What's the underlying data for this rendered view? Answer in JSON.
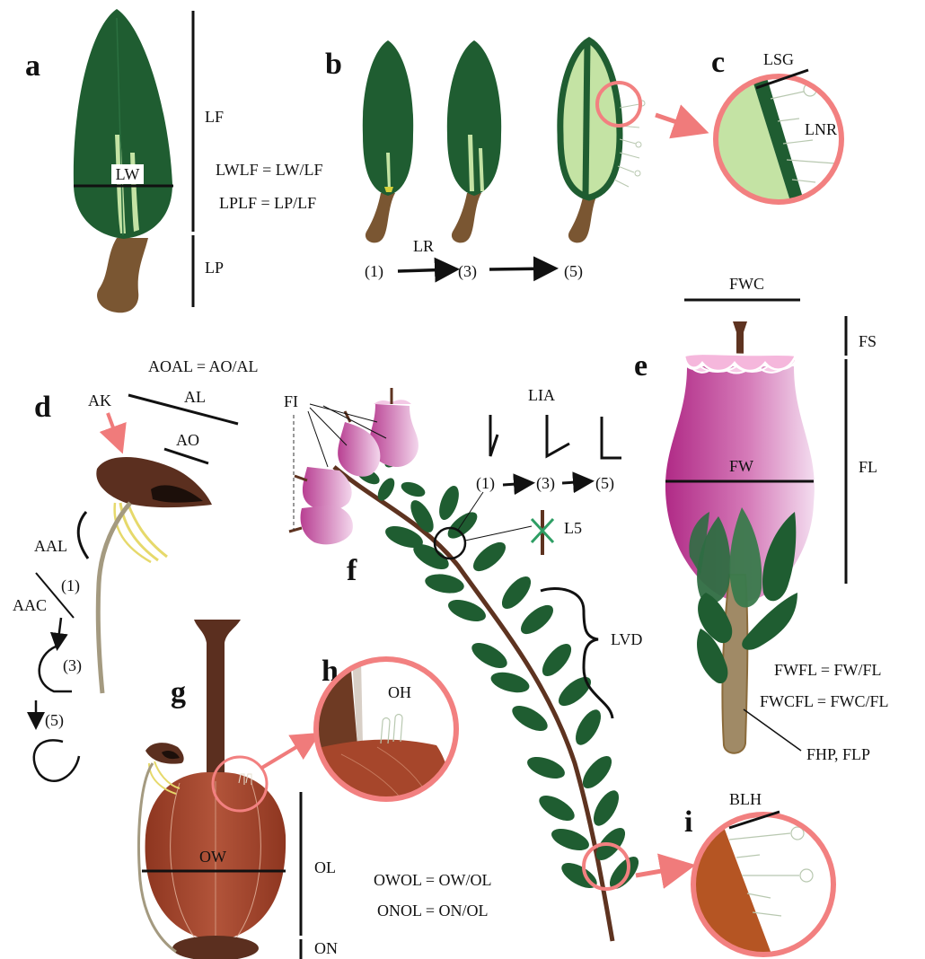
{
  "colors": {
    "leaf_dark": "#1f5d31",
    "leaf_light": "#c4e3a4",
    "petiole": "#7a5632",
    "highlight_circle": "#f28080",
    "arrow_pink": "#f07b7b",
    "flower_pink": "#b8328a",
    "flower_light": "#f2d3ea",
    "stem": "#5e3320",
    "ovary": "#a3472d",
    "anther": "#5b2f1f",
    "filament": "#e6d96b",
    "awn": "#a49a80",
    "bract_orange": "#b55523"
  },
  "panels": {
    "a": "a",
    "b": "b",
    "c": "c",
    "d": "d",
    "e": "e",
    "f": "f",
    "g": "g",
    "h": "h",
    "i": "i"
  },
  "panel_a": {
    "lw": "LW",
    "lf": "LF",
    "lp": "LP",
    "eq1": "LWLF = LW/LF",
    "eq2": "LPLF = LP/LF"
  },
  "panel_b": {
    "lr": "LR",
    "stages": [
      "(1)",
      "(3)",
      "(5)"
    ]
  },
  "panel_c": {
    "lsg": "LSG",
    "lnr": "LNR"
  },
  "panel_d": {
    "eq": "AOAL = AO/AL",
    "ak": "AK",
    "al": "AL",
    "ao": "AO",
    "aal": "AAL",
    "aac": "AAC",
    "stages": [
      "(1)",
      "(3)",
      "(5)"
    ]
  },
  "panel_e": {
    "fwc": "FWC",
    "fs": "FS",
    "fw": "FW",
    "fl": "FL",
    "eq1": "FWFL = FW/FL",
    "eq2": "FWCFL = FWC/FL",
    "fhp": "FHP, FLP"
  },
  "panel_f": {
    "fi": "FI",
    "lia": "LIA",
    "stages": [
      "(1)",
      "(3)",
      "(5)"
    ],
    "l5": "L5",
    "lvd": "LVD"
  },
  "panel_g": {
    "ow": "OW",
    "ol": "OL",
    "on": "ON",
    "eq1": "OWOL = OW/OL",
    "eq2": "ONOL = ON/OL"
  },
  "panel_h": {
    "oh": "OH"
  },
  "panel_i": {
    "blh": "BLH"
  }
}
